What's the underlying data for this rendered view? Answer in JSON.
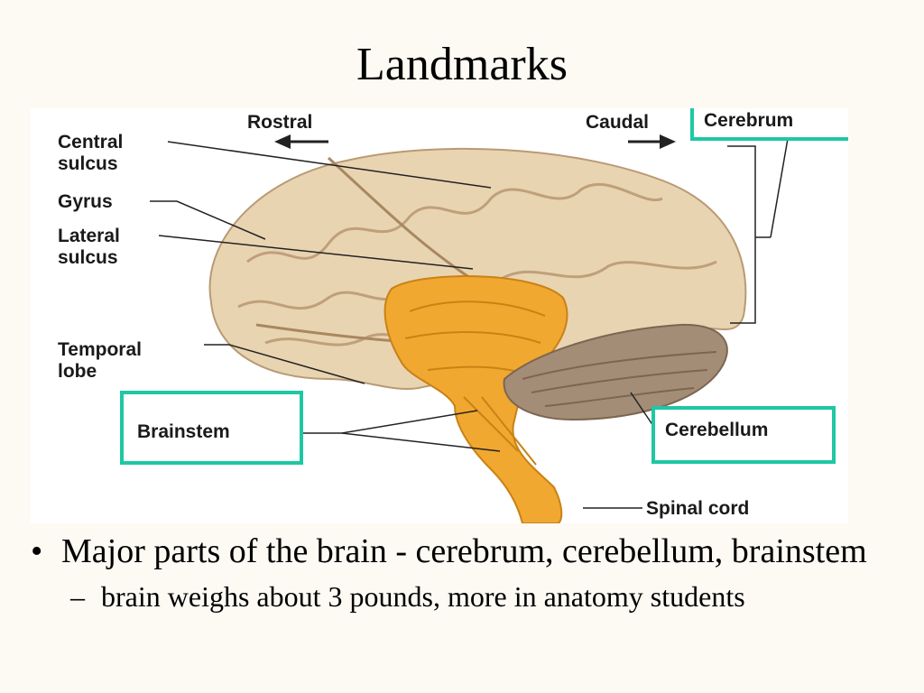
{
  "slide": {
    "title": "Landmarks"
  },
  "figure": {
    "directions": {
      "rostral": "Rostral",
      "caudal": "Caudal"
    },
    "labels": {
      "central_sulcus_1": "Central",
      "central_sulcus_2": "sulcus",
      "gyrus": "Gyrus",
      "lateral_sulcus_1": "Lateral",
      "lateral_sulcus_2": "sulcus",
      "temporal_lobe_1": "Temporal",
      "temporal_lobe_2": "lobe",
      "cerebrum": "Cerebrum",
      "brainstem": "Brainstem",
      "cerebellum": "Cerebellum",
      "spinal_cord": "Spinal cord"
    },
    "colors": {
      "highlight_box": "#1fc7a3",
      "cerebrum": "#e8d3b0",
      "brainstem": "#f0a830",
      "cerebellum": "#a08a72"
    }
  },
  "bullets": {
    "main": "Major parts of the brain - cerebrum, cerebellum, brainstem",
    "sub": "brain weighs about 3 pounds, more in anatomy students",
    "bullet_symbol": "•",
    "dash_symbol": "–"
  }
}
